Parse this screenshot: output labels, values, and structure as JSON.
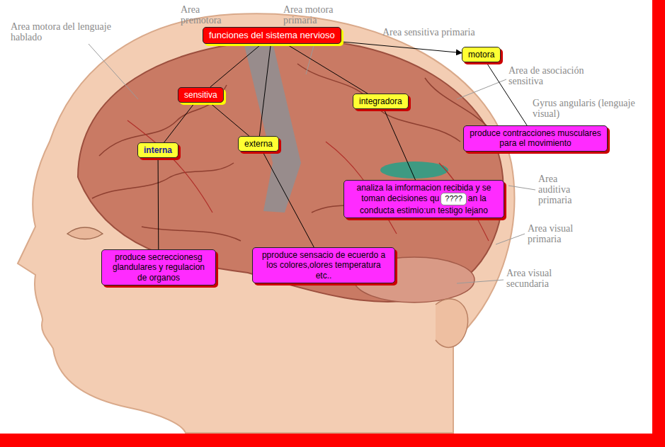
{
  "diagram": {
    "nodes": [
      {
        "text": [
          "funciones del sistema nervioso"
        ]
      },
      {
        "text": [
          "motora"
        ]
      },
      {
        "text": [
          "sensitiva"
        ]
      },
      {
        "text": [
          "integradora"
        ]
      },
      {
        "text": [
          "produce contracciones musculares para el movimiento"
        ]
      },
      {
        "text": [
          "interna"
        ]
      },
      {
        "text": [
          "externa"
        ]
      },
      {
        "text": [
          "analiza la imformacion recibida y se toman decisiones qu",
          "an la conducta estimio:un testigo lejano"
        ]
      },
      {
        "text": [
          "????"
        ],
        "in": 7
      },
      {
        "text": [
          "produce secreccionesg glandulares y regulacion de organos"
        ]
      },
      {
        "text": [
          "pproduce sensacio de ecuerdo a los colores,olores temperatura etc.."
        ]
      }
    ],
    "edges": [
      {
        "from": 0,
        "to": 1,
        "arrow": "to"
      },
      {
        "from": 0,
        "to": 2,
        "arrow": "none"
      },
      {
        "from": 0,
        "to": 6,
        "arrow": "none"
      },
      {
        "from": 0,
        "to": 3,
        "arrow": "none"
      },
      {
        "from": 1,
        "to": 4,
        "arrow": "none"
      },
      {
        "from": 2,
        "to": 5,
        "arrow": "none"
      },
      {
        "from": 2,
        "to": 6,
        "arrow": "none"
      },
      {
        "from": 3,
        "to": 7,
        "arrow": "none"
      },
      {
        "from": 5,
        "to": 9,
        "arrow": "none"
      },
      {
        "from": 6,
        "to": 10,
        "arrow": "none"
      }
    ],
    "labels": [
      "Area motora del lenguaje hablado",
      "Area premotora",
      "Area motora primaria",
      "Area sensitiva primaria",
      "Area de asociación sensitiva",
      "Gyrus angularis (lenguaje visual)",
      "Area auditiva primaria",
      "Area visual primaria",
      "Area visual secundaria"
    ]
  }
}
